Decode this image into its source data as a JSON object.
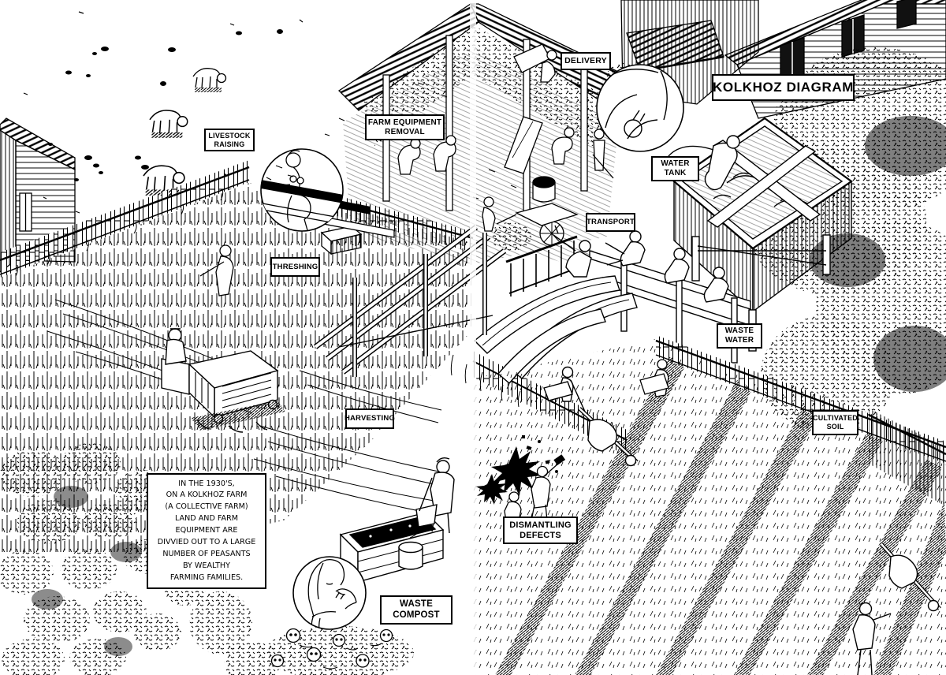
{
  "meta": {
    "ink": "#000000",
    "paper": "#ffffff"
  },
  "title": "KOLKHOZ DIAGRAM",
  "labels": {
    "livestock_raising": {
      "line1": "LIVESTOCK",
      "line2": "RAISING"
    },
    "farm_equipment_removal": {
      "line1": "FARM EQUIPMENT",
      "line2": "REMOVAL"
    },
    "delivery": {
      "line1": "DELIVERY"
    },
    "water_tank": {
      "line1": "WATER",
      "line2": "TANK"
    },
    "transport": {
      "line1": "TRANSPORT"
    },
    "threshing": {
      "line1": "THRESHING"
    },
    "waste_water": {
      "line1": "WASTE",
      "line2": "WATER"
    },
    "harvesting": {
      "line1": "HARVESTING"
    },
    "cultivated_soil": {
      "line1": "CULTIVATED",
      "line2": "SOIL"
    },
    "dismantling_defects": {
      "line1": "DISMANTLING",
      "line2": "DEFECTS"
    },
    "waste_compost": {
      "line1": "WASTE",
      "line2": "COMPOST"
    }
  },
  "narration": {
    "lines": [
      "IN THE 1930'S,",
      "ON A KOLKHOZ FARM",
      "(A COLLECTIVE FARM)",
      "LAND AND FARM",
      "EQUIPMENT ARE",
      "DIVVIED OUT TO A LARGE",
      "NUMBER OF PEASANTS",
      "BY WEALTHY",
      "FARMING FAMILIES."
    ]
  }
}
